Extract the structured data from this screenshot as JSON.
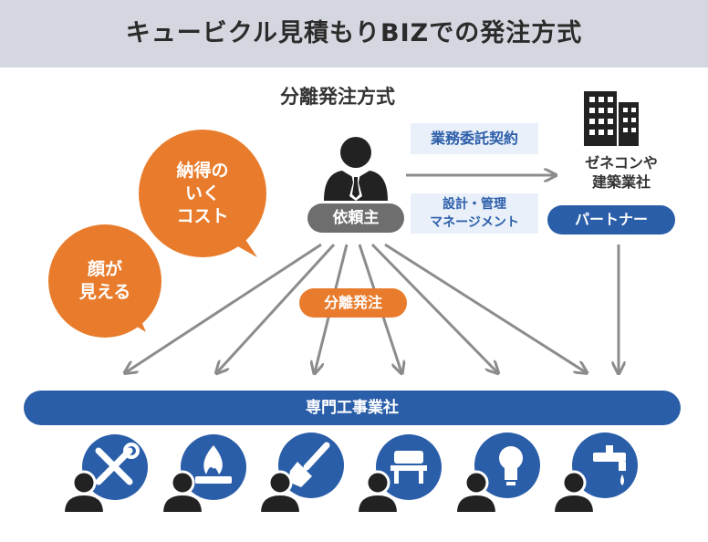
{
  "title": "キュービクル見積もりBIZでの発注方式",
  "subtitle": "分離発注方式",
  "bubbles": {
    "cost": "納得の\nいく\nコスト",
    "face": "顔が\n見える"
  },
  "client": {
    "label": "依頼主"
  },
  "contract_label": "業務委託契約",
  "management_label": "設計・管理\nマネージメント",
  "partner": {
    "name": "ゼネコンや\n建築業社",
    "badge": "パートナー"
  },
  "separate_order_label": "分離発注",
  "contractors_bar": "専門工事業社",
  "trade_icons": [
    "tools-icon",
    "gas-flame-icon",
    "paint-brush-icon",
    "furniture-icon",
    "light-bulb-icon",
    "faucet-icon"
  ],
  "colors": {
    "orange": "#e87c2c",
    "blue": "#2a5ea9",
    "gray": "#6e6e6e",
    "arrow": "#8c8c8c",
    "header_bg": "#d4d7df"
  }
}
